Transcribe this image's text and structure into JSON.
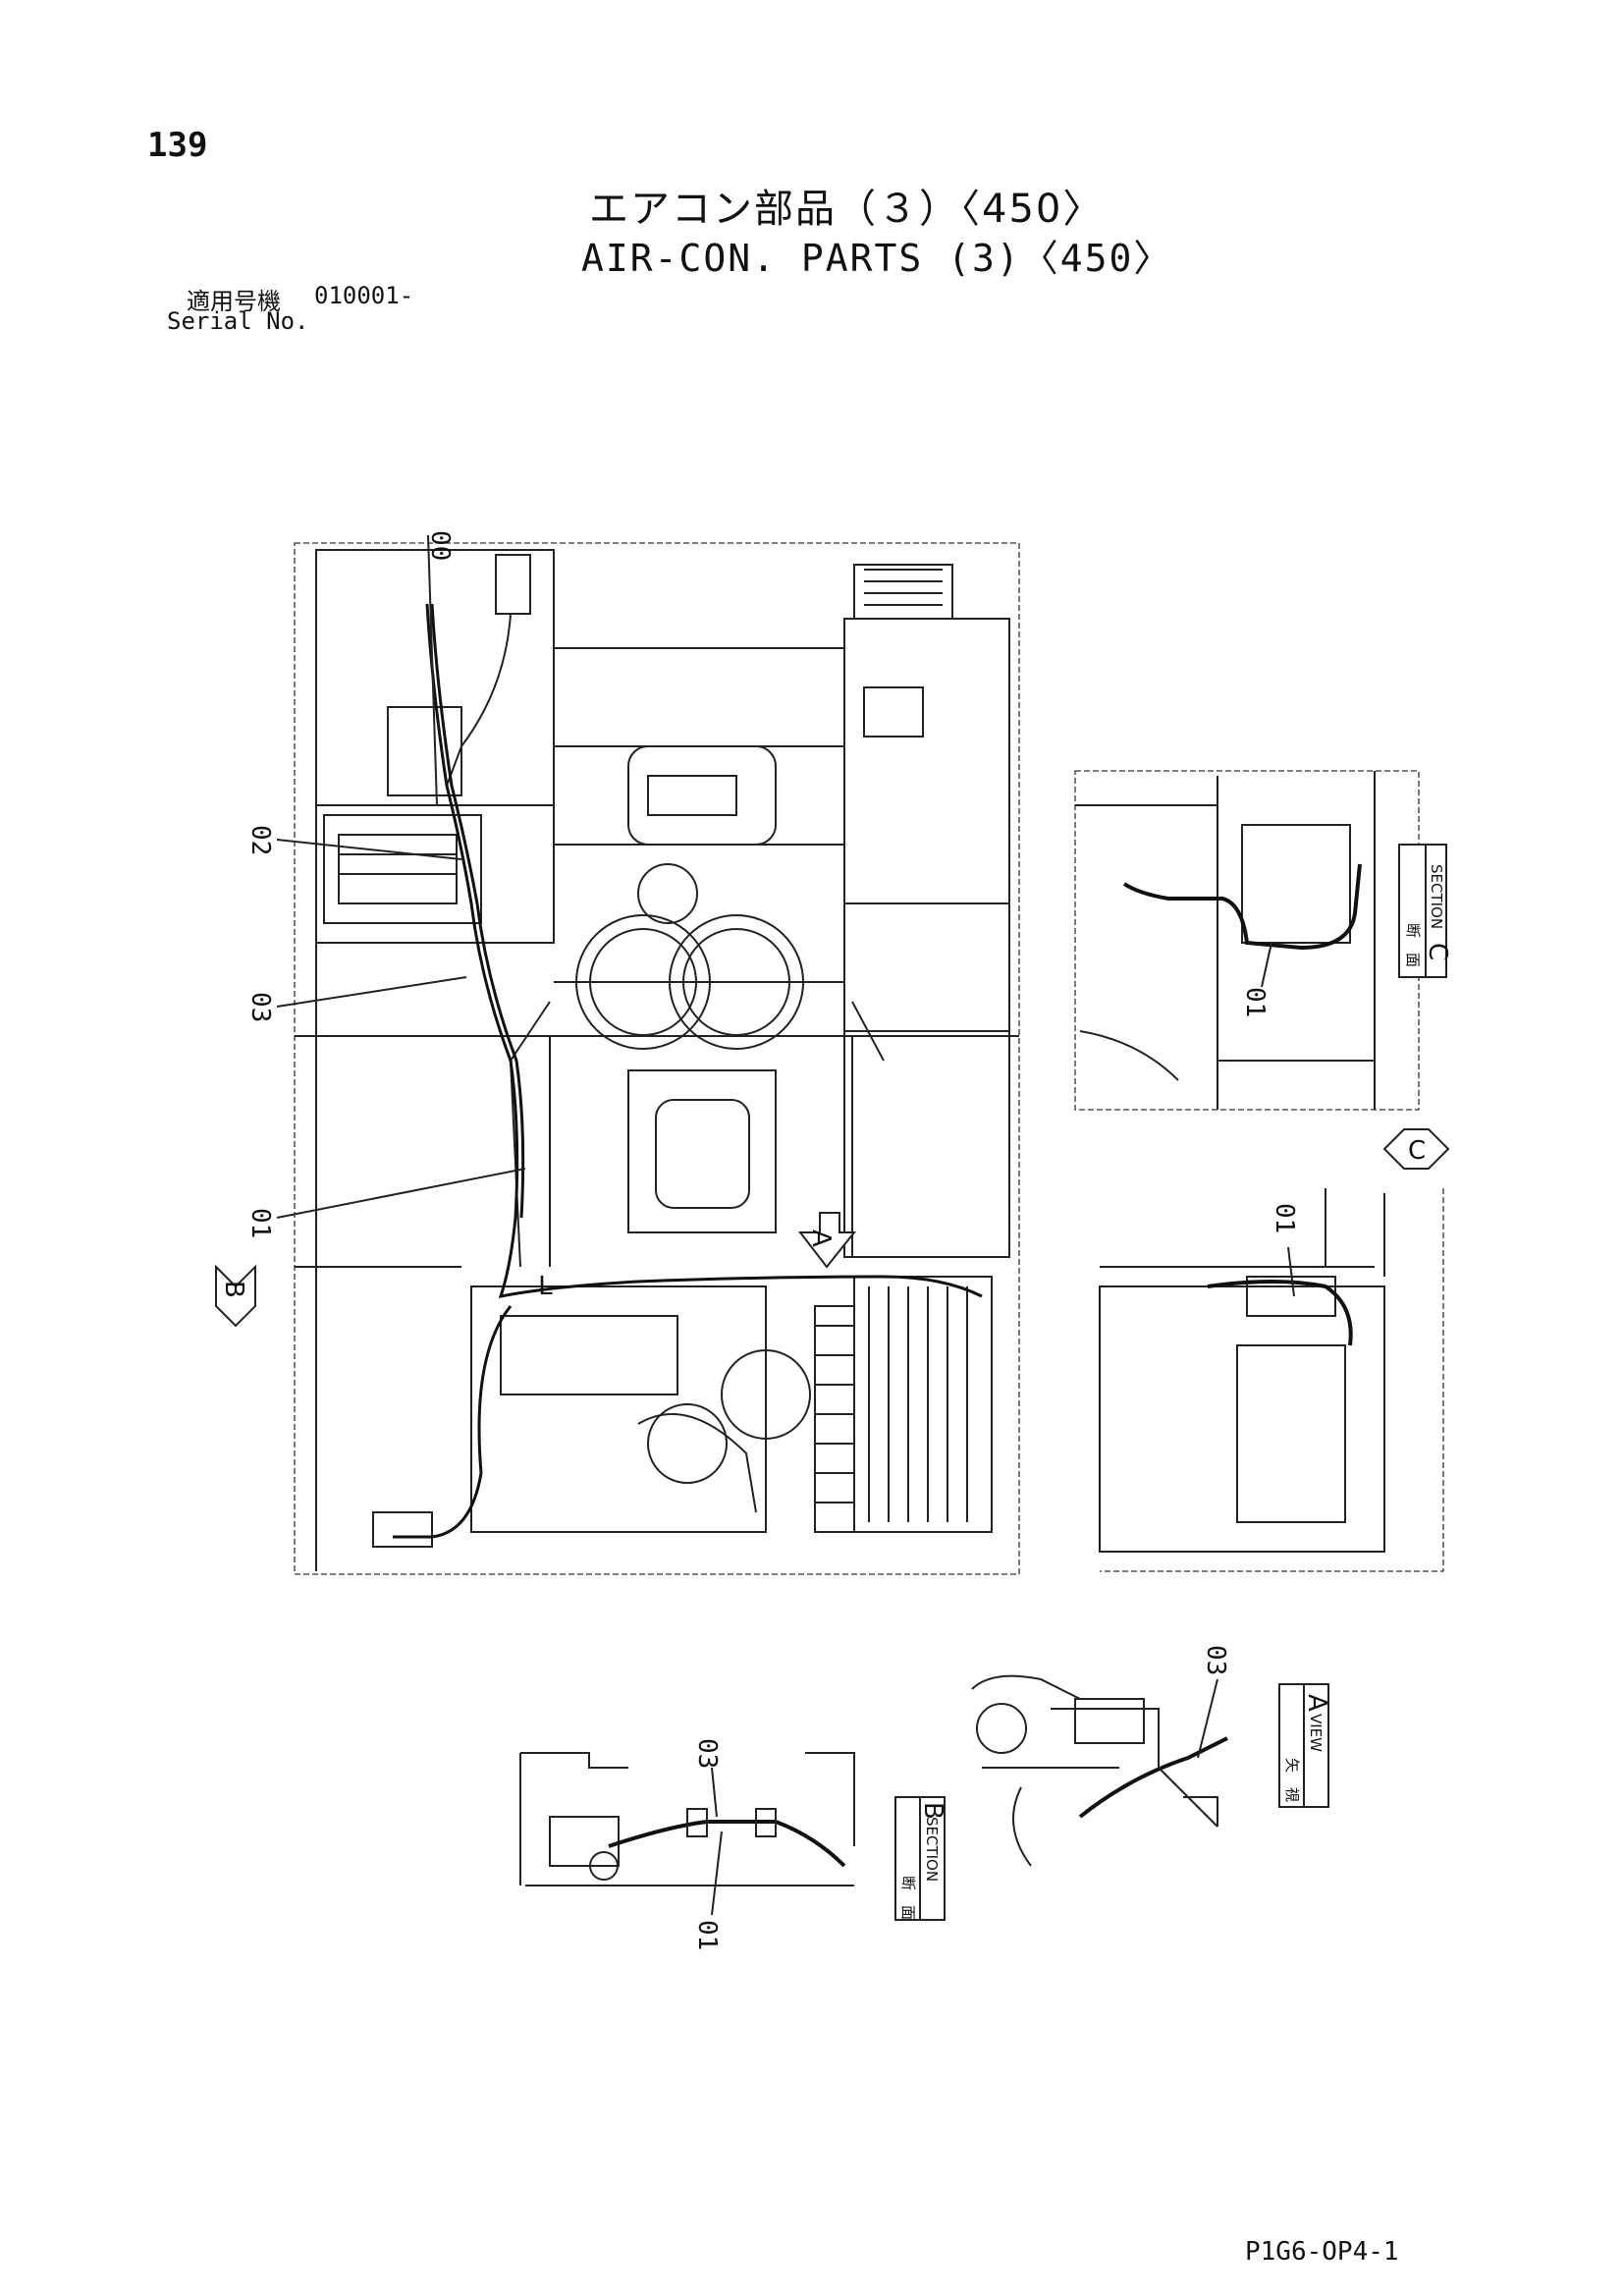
{
  "page": {
    "number": "139",
    "title_jp": "エアコン部品（３）〈450〉",
    "title_en": "AIR-CON. PARTS (3)〈450〉",
    "serial_label_jp": "適用号機",
    "serial_value": "010001-",
    "serial_label_en": "Serial No.",
    "doc_code": "P1G6-OP4-1"
  },
  "callouts": {
    "main": [
      "00",
      "02",
      "03",
      "01"
    ],
    "section_c": "01",
    "view_c": "01",
    "section_b": [
      "03",
      "01"
    ],
    "view_a": "03"
  },
  "markers": {
    "b_arrow": "B",
    "a_arrow": "A",
    "c_arrow": "C"
  },
  "view_labels": {
    "section_c": {
      "jp": "断　面",
      "en": "SECTION",
      "letter": "C"
    },
    "section_b": {
      "jp": "断　面",
      "en": "SECTION",
      "letter": "B"
    },
    "view_a": {
      "jp": "矢　視",
      "en": "VIEW",
      "letter": "A"
    }
  },
  "annotations": {
    "l_mark": "L"
  }
}
